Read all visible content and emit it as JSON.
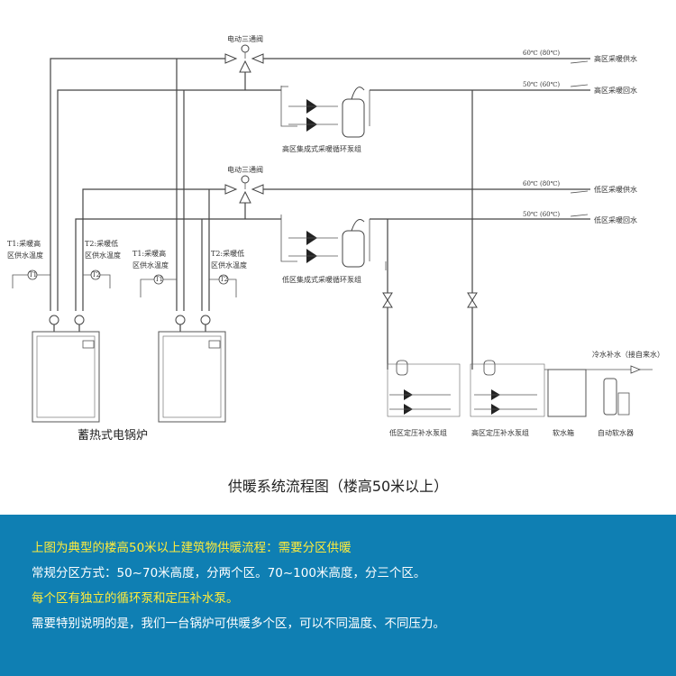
{
  "diagram": {
    "valve_label_top": "电动三通阀",
    "valve_label_mid": "电动三通阀",
    "temps": {
      "high_supply": "60℃ (80℃)",
      "high_return": "50℃ (60℃)",
      "low_supply": "60℃ (80℃)",
      "low_return": "50℃ (60℃)"
    },
    "lines": {
      "high_supply": "高区采暖供水",
      "high_return": "高区采暖回水",
      "low_supply": "低区采暖供水",
      "low_return": "低区采暖回水"
    },
    "pump_groups": {
      "high_circ": "高区集成式采暖循环泵组",
      "low_circ": "低区集成式采暖循环泵组",
      "low_pressure": "低区定压补水泵组",
      "high_pressure": "高区定压补水泵组"
    },
    "sensors": [
      {
        "line1": "T1:采暖高",
        "line2": "区供水温度",
        "tag": "T1"
      },
      {
        "line1": "T2:采暖低",
        "line2": "区供水温度",
        "tag": "T2"
      },
      {
        "line1": "T1:采暖高",
        "line2": "区供水温度",
        "tag": "T1"
      },
      {
        "line1": "T2:采暖低",
        "line2": "区供水温度",
        "tag": "T2"
      }
    ],
    "boiler_label": "蓄热式电锅炉",
    "soft_tank": "软水箱",
    "softener": "自动软水器",
    "cold_water": "冷水补水（接自来水）"
  },
  "caption": "供暖系统流程图（楼高50米以上）",
  "info": {
    "line1": "上图为典型的楼高50米以上建筑物供暖流程：需要分区供暖",
    "line2": "常规分区方式：50~70米高度，分两个区。70~100米高度，分三个区。",
    "line3": "每个区有独立的循环泵和定压补水泵。",
    "line4": "需要特别说明的是，我们一台锅炉可供暖多个区，可以不同温度、不同压力。"
  },
  "colors": {
    "panel": "#0f7fb3",
    "highlight": "#ffeb3b",
    "text_white": "#ffffff",
    "line": "#444444"
  }
}
